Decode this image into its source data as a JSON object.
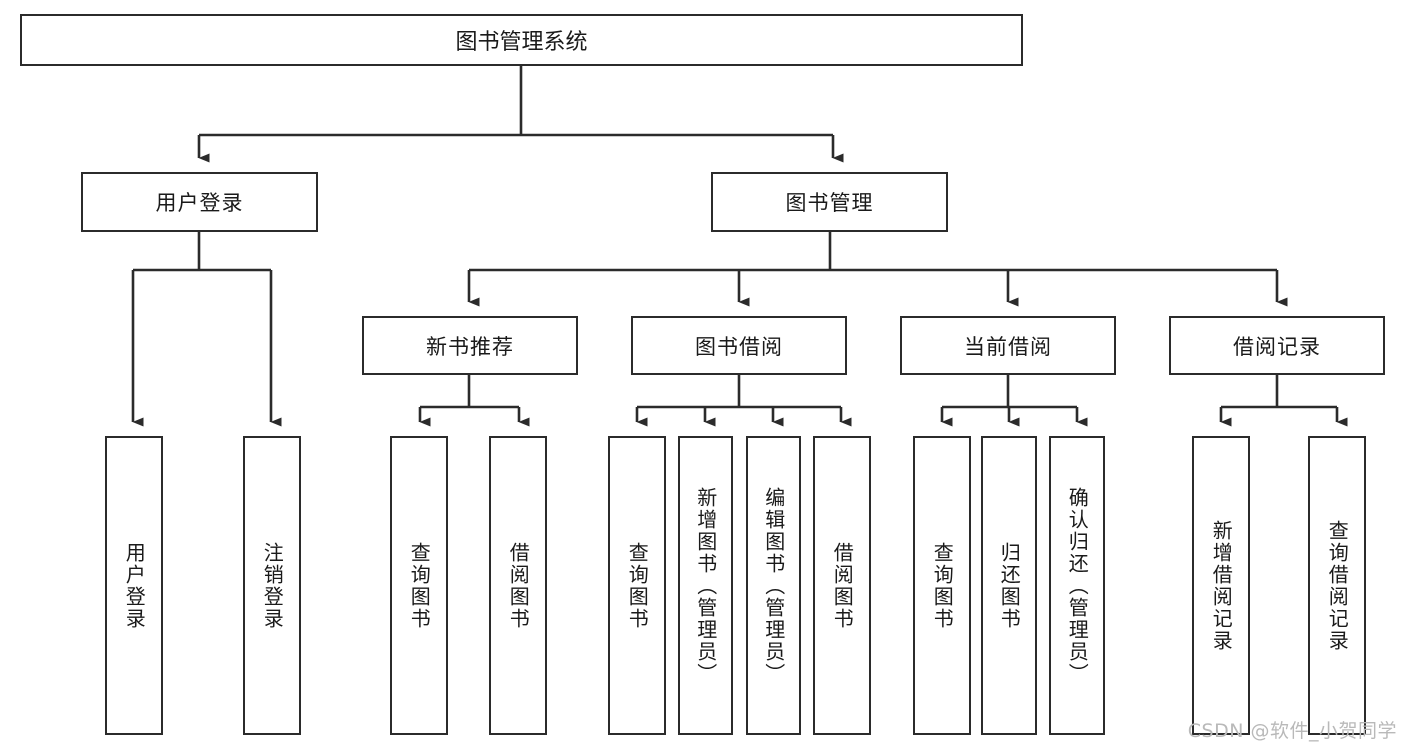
{
  "diagram": {
    "title": "图书管理系统",
    "type": "functional-structure-tree",
    "root": {
      "id": "root",
      "label": "图书管理系统"
    },
    "level1": [
      {
        "id": "user-login",
        "label": "用户登录"
      },
      {
        "id": "book-manage",
        "label": "图书管理"
      }
    ],
    "level2": [
      {
        "id": "new-book-rec",
        "label": "新书推荐",
        "parent": "book-manage"
      },
      {
        "id": "book-borrow",
        "label": "图书借阅",
        "parent": "book-manage"
      },
      {
        "id": "current-borrow",
        "label": "当前借阅",
        "parent": "book-manage"
      },
      {
        "id": "borrow-record",
        "label": "借阅记录",
        "parent": "book-manage"
      }
    ],
    "leaves": [
      {
        "id": "leaf-user-login",
        "label": "用户登录",
        "parent": "user-login"
      },
      {
        "id": "leaf-user-logout",
        "label": "注销登录",
        "parent": "user-login"
      },
      {
        "id": "leaf-rec-query-book",
        "label": "查询图书",
        "parent": "new-book-rec"
      },
      {
        "id": "leaf-rec-borrow-book",
        "label": "借阅图书",
        "parent": "new-book-rec"
      },
      {
        "id": "leaf-borrow-query-book",
        "label": "查询图书",
        "parent": "book-borrow"
      },
      {
        "id": "leaf-borrow-add-book",
        "label": "新增图书（管理员）",
        "parent": "book-borrow"
      },
      {
        "id": "leaf-borrow-edit-book",
        "label": "编辑图书（管理员）",
        "parent": "book-borrow"
      },
      {
        "id": "leaf-borrow-borrow-book",
        "label": "借阅图书",
        "parent": "book-borrow"
      },
      {
        "id": "leaf-cur-query-book",
        "label": "查询图书",
        "parent": "current-borrow"
      },
      {
        "id": "leaf-cur-return-book",
        "label": "归还图书",
        "parent": "current-borrow"
      },
      {
        "id": "leaf-cur-confirm-return",
        "label": "确认归还（管理员）",
        "parent": "current-borrow"
      },
      {
        "id": "leaf-rec-add-record",
        "label": "新增借阅记录",
        "parent": "borrow-record"
      },
      {
        "id": "leaf-rec-query-record",
        "label": "查询借阅记录",
        "parent": "borrow-record"
      }
    ]
  },
  "watermark": {
    "text": "CSDN @软件_小贺同学"
  },
  "colors": {
    "stroke": "#2b2b2b",
    "background": "#ffffff",
    "text": "#1a1a1a",
    "watermark": "#b9b9b9"
  }
}
